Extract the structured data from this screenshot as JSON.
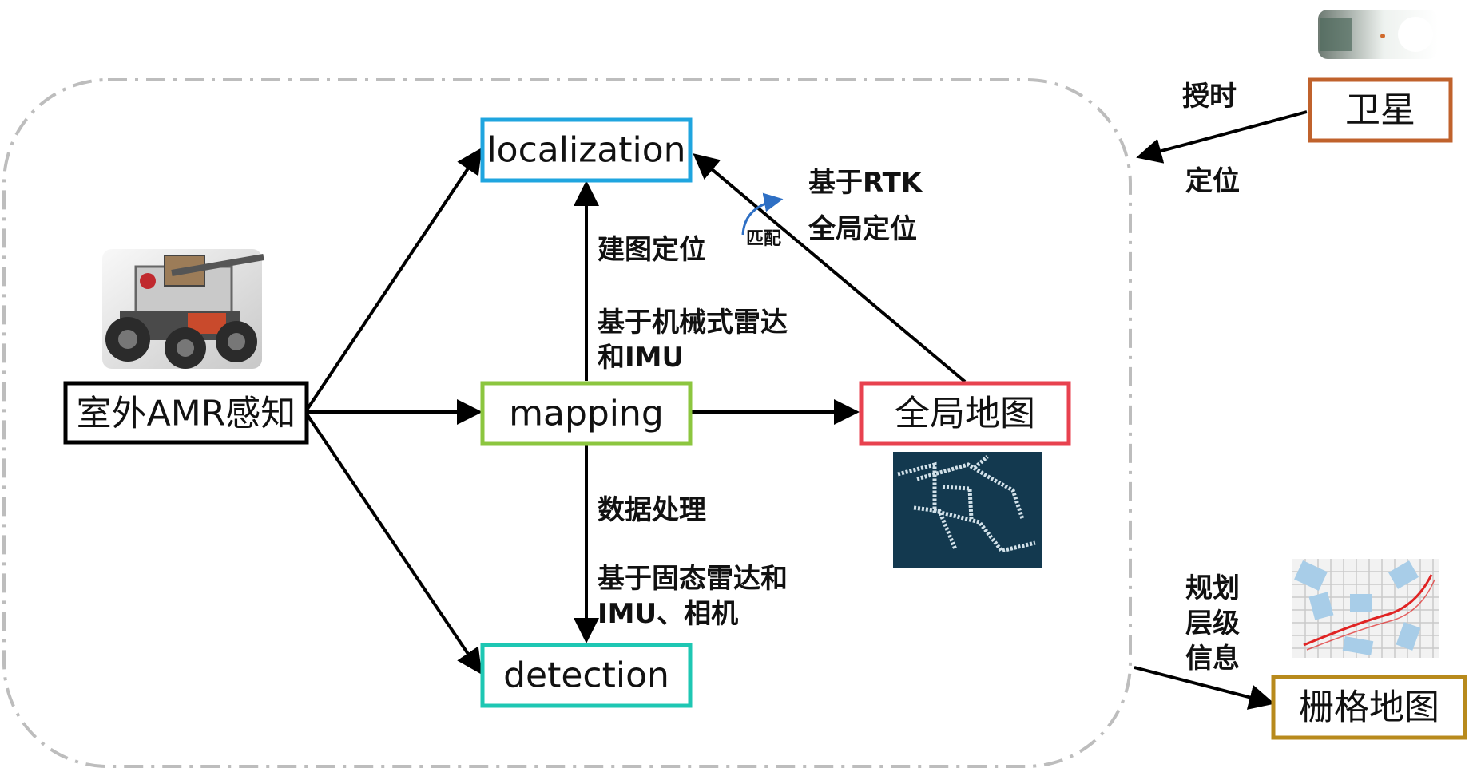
{
  "nodes": {
    "perception": {
      "label": "室外AMR感知",
      "color": "#000000"
    },
    "localization": {
      "label": "localization",
      "color": "#1fa5df"
    },
    "mapping": {
      "label": "mapping",
      "color": "#8cc63f"
    },
    "detection": {
      "label": "detection",
      "color": "#1ec7b3"
    },
    "global_map": {
      "label": "全局地图",
      "color": "#e8424f"
    },
    "satellite": {
      "label": "卫星",
      "color": "#c0622c"
    },
    "grid_map": {
      "label": "栅格地图",
      "color": "#b88a1c"
    }
  },
  "labels": {
    "mapping_localization": "建图定位",
    "mechanical_lidar_line1": "基于机械式雷达",
    "mechanical_lidar_line2": "和IMU",
    "data_processing": "数据处理",
    "solid_lidar_line1": "基于固态雷达和",
    "solid_lidar_line2": "IMU、相机",
    "match": "匹配",
    "rtk_line1": "基于RTK",
    "rtk_line2": "全局定位",
    "timing": "授时",
    "positioning": "定位",
    "planning_line1": "规划",
    "planning_line2": "层级",
    "planning_line3": "信息"
  },
  "icons": {
    "robot": "amr-robot-image",
    "point_cloud": "point-cloud-map-image",
    "satellite": "satellite-image",
    "grid": "grid-map-image",
    "match_arrow": "curved-arrow-icon"
  },
  "colors": {
    "boundary": "#bdbdbd",
    "arrow": "#000000",
    "match_arrow": "#2e6fc4"
  }
}
